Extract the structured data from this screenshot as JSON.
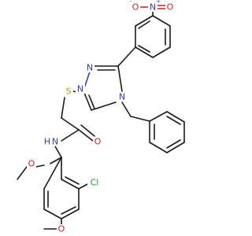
{
  "atoms": {
    "nitro_n": {
      "symbol": "N",
      "charge": "+",
      "color": "#2b3fd6"
    },
    "nitro_o_left": {
      "symbol": "O",
      "charge": "-",
      "color": "#d61f1f"
    },
    "nitro_o_right": {
      "symbol": "O",
      "color": "#d61f1f"
    },
    "triazole_n1": {
      "symbol": "N",
      "color": "#2b3fd6"
    },
    "triazole_n2": {
      "symbol": "N",
      "color": "#2b3fd6"
    },
    "triazole_n4": {
      "symbol": "N",
      "color": "#2b3fd6"
    },
    "thioether_s": {
      "symbol": "S",
      "color": "#b3a400"
    },
    "carbonyl_o": {
      "symbol": "O",
      "color": "#d61f1f"
    },
    "amide_nh": {
      "symbol": "N",
      "h": "H",
      "color": "#2b3fd6"
    },
    "methoxy_o_upper": {
      "symbol": "O",
      "color": "#d61f1f"
    },
    "methoxy_o_lower": {
      "symbol": "O",
      "color": "#d61f1f"
    },
    "chloro": {
      "symbol": "Cl",
      "color": "#1f9e2a"
    }
  }
}
